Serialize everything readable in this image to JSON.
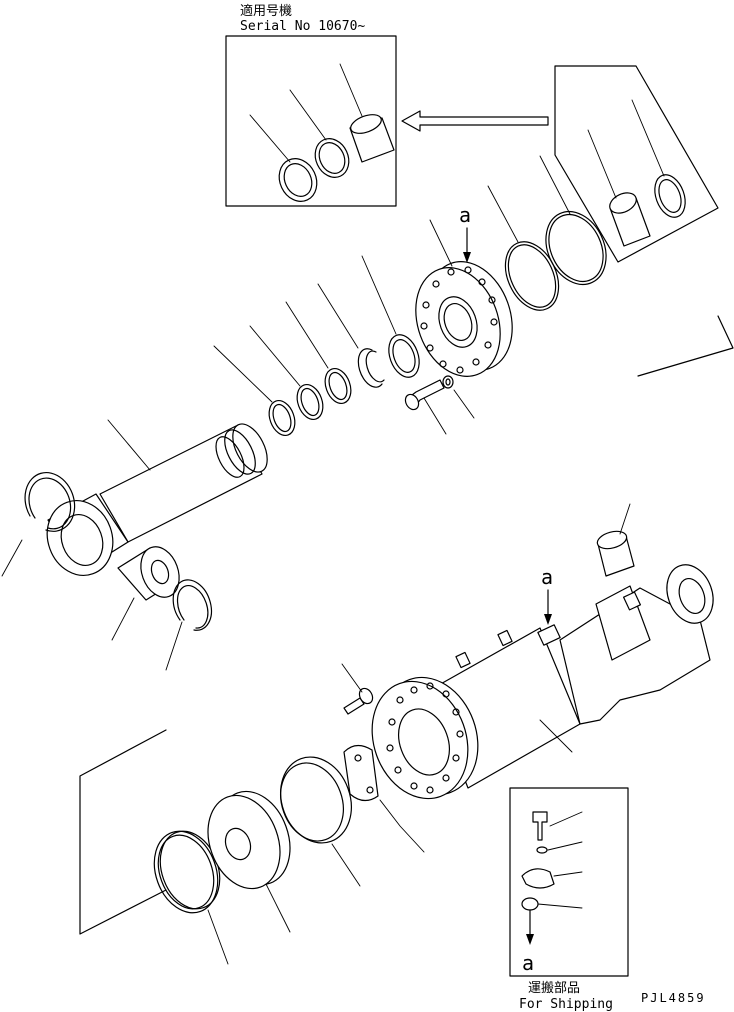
{
  "inset_top": {
    "title_jp": "適用号機",
    "serial": "Serial No 10670~"
  },
  "inset_bottom": {
    "title_jp": "運搬部品",
    "title_en": "For Shipping",
    "ref_letter": "a"
  },
  "ref_marks": {
    "head": "a",
    "tube": "a"
  },
  "drawing_code": "PJL4859"
}
